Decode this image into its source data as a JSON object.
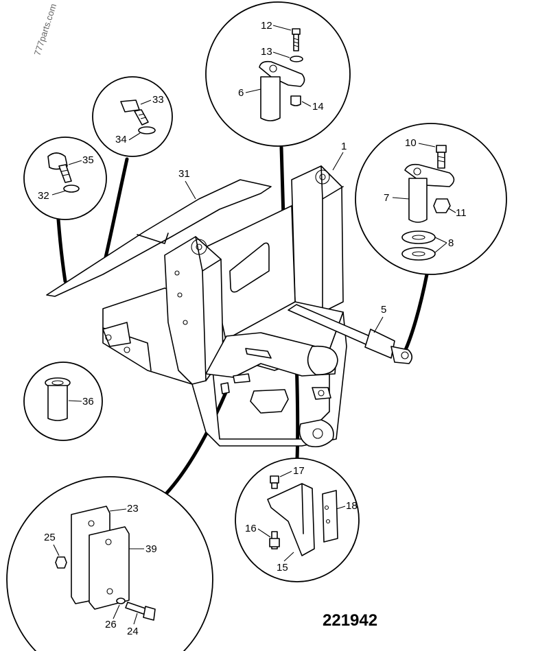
{
  "watermark": "777parts.com",
  "drawing_number": "221942",
  "callouts": {
    "c1": "1",
    "c5": "5",
    "c6": "6",
    "c7": "7",
    "c8": "8",
    "c10": "10",
    "c11": "11",
    "c12": "12",
    "c13": "13",
    "c14": "14",
    "c15": "15",
    "c16": "16",
    "c17": "17",
    "c18": "18",
    "c23": "23",
    "c24": "24",
    "c25": "25",
    "c26": "26",
    "c31": "31",
    "c32": "32",
    "c33": "33",
    "c34": "34",
    "c35": "35",
    "c36": "36",
    "c39": "39"
  }
}
